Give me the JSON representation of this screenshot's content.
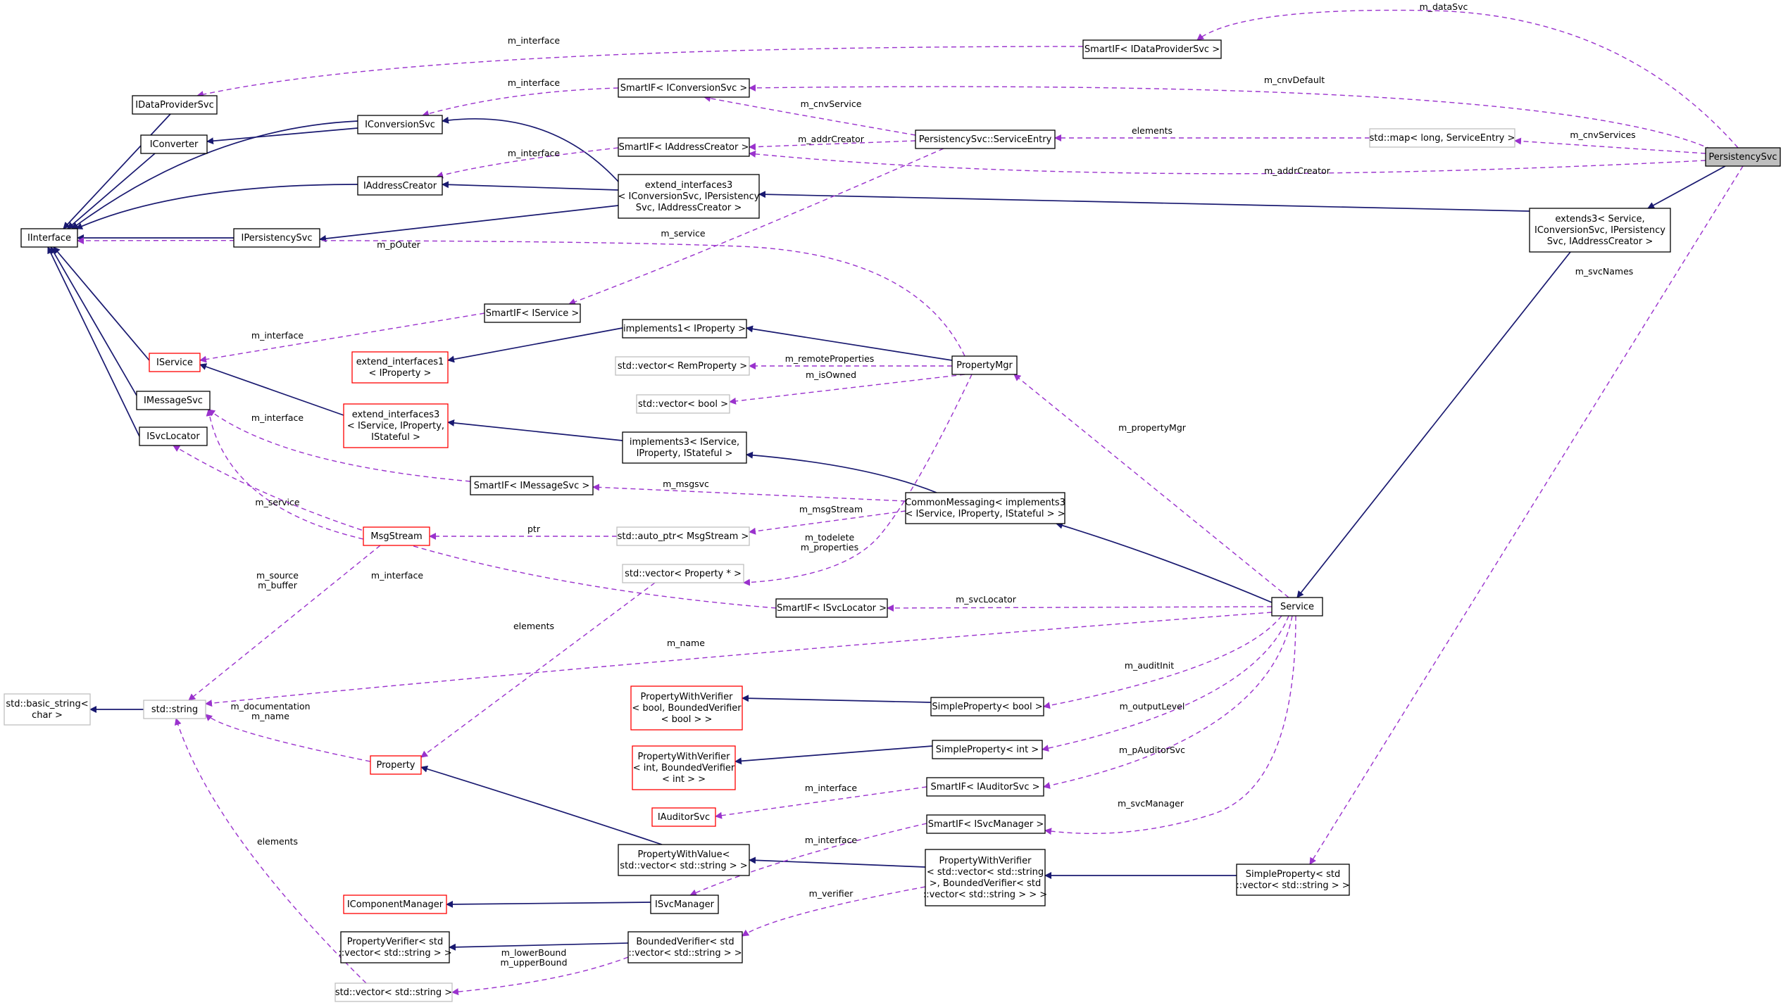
{
  "diagram": {
    "nodes": [
      {
        "id": "IDataProviderSvc",
        "lines": [
          "IDataProviderSvc"
        ],
        "style": "normal"
      },
      {
        "id": "IConverter",
        "lines": [
          "IConverter"
        ],
        "style": "normal"
      },
      {
        "id": "IConversionSvc",
        "lines": [
          "IConversionSvc"
        ],
        "style": "normal"
      },
      {
        "id": "IAddressCreator",
        "lines": [
          "IAddressCreator"
        ],
        "style": "normal"
      },
      {
        "id": "IPersistencySvc",
        "lines": [
          "IPersistencySvc"
        ],
        "style": "normal"
      },
      {
        "id": "IInterface",
        "lines": [
          "IInterface"
        ],
        "style": "normal"
      },
      {
        "id": "IService",
        "lines": [
          "IService"
        ],
        "style": "red"
      },
      {
        "id": "IMessageSvc",
        "lines": [
          "IMessageSvc"
        ],
        "style": "normal"
      },
      {
        "id": "ISvcLocator",
        "lines": [
          "ISvcLocator"
        ],
        "style": "normal"
      },
      {
        "id": "SmartIF_IDataProviderSvc",
        "lines": [
          "SmartIF< IDataProviderSvc >"
        ],
        "style": "normal"
      },
      {
        "id": "SmartIF_IConversionSvc",
        "lines": [
          "SmartIF< IConversionSvc >"
        ],
        "style": "normal"
      },
      {
        "id": "SmartIF_IAddressCreator",
        "lines": [
          "SmartIF< IAddressCreator >"
        ],
        "style": "normal"
      },
      {
        "id": "extend_interfaces3_conv",
        "lines": [
          "extend_interfaces3",
          "< IConversionSvc, IPersistency",
          "Svc, IAddressCreator >"
        ],
        "style": "normal"
      },
      {
        "id": "ServiceEntry",
        "lines": [
          "PersistencySvc::ServiceEntry"
        ],
        "style": "normal"
      },
      {
        "id": "map_ServiceEntry",
        "lines": [
          "std::map< long, ServiceEntry >"
        ],
        "style": "gray"
      },
      {
        "id": "PersistencySvc",
        "lines": [
          "PersistencySvc"
        ],
        "style": "root"
      },
      {
        "id": "extends3",
        "lines": [
          "extends3< Service,",
          "IConversionSvc, IPersistency",
          "Svc, IAddressCreator >"
        ],
        "style": "normal"
      },
      {
        "id": "SmartIF_IService",
        "lines": [
          "SmartIF< IService >"
        ],
        "style": "normal"
      },
      {
        "id": "implements1",
        "lines": [
          "implements1< IProperty >"
        ],
        "style": "normal"
      },
      {
        "id": "extend_interfaces1",
        "lines": [
          "extend_interfaces1",
          "< IProperty >"
        ],
        "style": "red"
      },
      {
        "id": "vector_RemProperty",
        "lines": [
          "std::vector< RemProperty >"
        ],
        "style": "gray"
      },
      {
        "id": "vector_bool",
        "lines": [
          "std::vector< bool >"
        ],
        "style": "gray"
      },
      {
        "id": "PropertyMgr",
        "lines": [
          "PropertyMgr"
        ],
        "style": "normal"
      },
      {
        "id": "extend_interfaces3_svc",
        "lines": [
          "extend_interfaces3",
          "< IService, IProperty,",
          "IStateful >"
        ],
        "style": "red"
      },
      {
        "id": "implements3",
        "lines": [
          "implements3< IService,",
          "IProperty, IStateful >"
        ],
        "style": "normal"
      },
      {
        "id": "SmartIF_IMessageSvc",
        "lines": [
          "SmartIF< IMessageSvc >"
        ],
        "style": "normal"
      },
      {
        "id": "CommonMessaging",
        "lines": [
          "CommonMessaging< implements3",
          "< IService, IProperty, IStateful > >"
        ],
        "style": "normal"
      },
      {
        "id": "MsgStream",
        "lines": [
          "MsgStream"
        ],
        "style": "red"
      },
      {
        "id": "auto_ptr_MsgStream",
        "lines": [
          "std::auto_ptr< MsgStream >"
        ],
        "style": "gray"
      },
      {
        "id": "vector_Property_ptr",
        "lines": [
          "std::vector< Property * >"
        ],
        "style": "gray"
      },
      {
        "id": "SmartIF_ISvcLocator",
        "lines": [
          "SmartIF< ISvcLocator >"
        ],
        "style": "normal"
      },
      {
        "id": "Service",
        "lines": [
          "Service"
        ],
        "style": "normal"
      },
      {
        "id": "basic_string",
        "lines": [
          "std::basic_string<",
          "char >"
        ],
        "style": "gray"
      },
      {
        "id": "std_string",
        "lines": [
          "std::string"
        ],
        "style": "gray"
      },
      {
        "id": "PWV_bool",
        "lines": [
          "PropertyWithVerifier",
          "< bool, BoundedVerifier",
          "< bool > >"
        ],
        "style": "red"
      },
      {
        "id": "SimpleProperty_bool",
        "lines": [
          "SimpleProperty< bool >"
        ],
        "style": "normal"
      },
      {
        "id": "PWV_int",
        "lines": [
          "PropertyWithVerifier",
          "< int, BoundedVerifier",
          "< int > >"
        ],
        "style": "red"
      },
      {
        "id": "SimpleProperty_int",
        "lines": [
          "SimpleProperty< int >"
        ],
        "style": "normal"
      },
      {
        "id": "Property",
        "lines": [
          "Property"
        ],
        "style": "red"
      },
      {
        "id": "SmartIF_IAuditorSvc",
        "lines": [
          "SmartIF< IAuditorSvc >"
        ],
        "style": "normal"
      },
      {
        "id": "IAuditorSvc",
        "lines": [
          "IAuditorSvc"
        ],
        "style": "red"
      },
      {
        "id": "SmartIF_ISvcManager",
        "lines": [
          "SmartIF< ISvcManager >"
        ],
        "style": "normal"
      },
      {
        "id": "PropertyWithValue",
        "lines": [
          "PropertyWithValue<",
          "std::vector< std::string > >"
        ],
        "style": "normal"
      },
      {
        "id": "PWV_vecstr",
        "lines": [
          "PropertyWithVerifier",
          "< std::vector< std::string",
          ">, BoundedVerifier< std",
          "::vector< std::string > > >"
        ],
        "style": "normal"
      },
      {
        "id": "SimpleProperty_vecstr",
        "lines": [
          "SimpleProperty< std",
          "::vector< std::string > >"
        ],
        "style": "normal"
      },
      {
        "id": "IComponentManager",
        "lines": [
          "IComponentManager"
        ],
        "style": "red"
      },
      {
        "id": "ISvcManager",
        "lines": [
          "ISvcManager"
        ],
        "style": "normal"
      },
      {
        "id": "PropertyVerifier",
        "lines": [
          "PropertyVerifier< std",
          "::vector< std::string > >"
        ],
        "style": "normal"
      },
      {
        "id": "BoundedVerifier",
        "lines": [
          "BoundedVerifier< std",
          "::vector< std::string > >"
        ],
        "style": "normal"
      },
      {
        "id": "vector_string",
        "lines": [
          "std::vector< std::string >"
        ],
        "style": "gray"
      }
    ],
    "inheritance": [
      {
        "from": "IDataProviderSvc",
        "to": "IInterface"
      },
      {
        "from": "IConverter",
        "to": "IInterface"
      },
      {
        "from": "IConversionSvc",
        "to": "IConverter"
      },
      {
        "from": "IConversionSvc",
        "to": "IInterface"
      },
      {
        "from": "IAddressCreator",
        "to": "IInterface"
      },
      {
        "from": "IPersistencySvc",
        "to": "IInterface"
      },
      {
        "from": "IService",
        "to": "IInterface"
      },
      {
        "from": "IMessageSvc",
        "to": "IInterface"
      },
      {
        "from": "ISvcLocator",
        "to": "IInterface"
      },
      {
        "from": "extend_interfaces3_conv",
        "to": "IConversionSvc"
      },
      {
        "from": "extend_interfaces3_conv",
        "to": "IAddressCreator"
      },
      {
        "from": "extend_interfaces3_conv",
        "to": "IPersistencySvc"
      },
      {
        "from": "extends3",
        "to": "extend_interfaces3_conv"
      },
      {
        "from": "PersistencySvc",
        "to": "extends3"
      },
      {
        "from": "extends3",
        "to": "Service"
      },
      {
        "from": "implements1",
        "to": "extend_interfaces1"
      },
      {
        "from": "PropertyMgr",
        "to": "implements1"
      },
      {
        "from": "extend_interfaces3_svc",
        "to": "IService"
      },
      {
        "from": "implements3",
        "to": "extend_interfaces3_svc"
      },
      {
        "from": "CommonMessaging",
        "to": "implements3"
      },
      {
        "from": "Service",
        "to": "CommonMessaging"
      },
      {
        "from": "std_string",
        "to": "basic_string"
      },
      {
        "from": "SimpleProperty_bool",
        "to": "PWV_bool"
      },
      {
        "from": "SimpleProperty_int",
        "to": "PWV_int"
      },
      {
        "from": "PropertyWithValue",
        "to": "Property"
      },
      {
        "from": "PWV_vecstr",
        "to": "PropertyWithValue"
      },
      {
        "from": "SimpleProperty_vecstr",
        "to": "PWV_vecstr"
      },
      {
        "from": "ISvcManager",
        "to": "IComponentManager"
      },
      {
        "from": "BoundedVerifier",
        "to": "PropertyVerifier"
      }
    ],
    "usage": [
      {
        "from": "PersistencySvc",
        "to": "SmartIF_IDataProviderSvc",
        "label": "m_dataSvc"
      },
      {
        "from": "SmartIF_IDataProviderSvc",
        "to": "IDataProviderSvc",
        "label": "m_interface"
      },
      {
        "from": "PersistencySvc",
        "to": "SmartIF_IConversionSvc",
        "label": "m_cnvDefault"
      },
      {
        "from": "SmartIF_IConversionSvc",
        "to": "IConversionSvc",
        "label": "m_interface"
      },
      {
        "from": "ServiceEntry",
        "to": "SmartIF_IConversionSvc",
        "label": "m_cnvService"
      },
      {
        "from": "ServiceEntry",
        "to": "SmartIF_IAddressCreator",
        "label": "m_addrCreator"
      },
      {
        "from": "SmartIF_IAddressCreator",
        "to": "IAddressCreator",
        "label": "m_interface"
      },
      {
        "from": "map_ServiceEntry",
        "to": "ServiceEntry",
        "label": "elements"
      },
      {
        "from": "PersistencySvc",
        "to": "map_ServiceEntry",
        "label": "m_cnvServices"
      },
      {
        "from": "PersistencySvc",
        "to": "SmartIF_IAddressCreator",
        "label": "m_addrCreator"
      },
      {
        "from": "PersistencySvc",
        "to": "SimpleProperty_vecstr",
        "label": "m_svcNames"
      },
      {
        "from": "ServiceEntry",
        "to": "SmartIF_IService",
        "label": "m_service"
      },
      {
        "from": "SmartIF_IService",
        "to": "IService",
        "label": "m_interface"
      },
      {
        "from": "PropertyMgr",
        "to": "IInterface",
        "label": "m_pOuter"
      },
      {
        "from": "PropertyMgr",
        "to": "vector_RemProperty",
        "label": "m_remoteProperties"
      },
      {
        "from": "PropertyMgr",
        "to": "vector_bool",
        "label": "m_isOwned"
      },
      {
        "from": "PropertyMgr",
        "to": "vector_Property_ptr",
        "label": "m_todelete\nm_properties"
      },
      {
        "from": "Service",
        "to": "PropertyMgr",
        "label": "m_propertyMgr"
      },
      {
        "from": "SmartIF_IMessageSvc",
        "to": "IMessageSvc",
        "label": "m_interface"
      },
      {
        "from": "CommonMessaging",
        "to": "SmartIF_IMessageSvc",
        "label": "m_msgsvc"
      },
      {
        "from": "CommonMessaging",
        "to": "auto_ptr_MsgStream",
        "label": "m_msgStream"
      },
      {
        "from": "auto_ptr_MsgStream",
        "to": "MsgStream",
        "label": "ptr"
      },
      {
        "from": "MsgStream",
        "to": "IMessageSvc",
        "label": "m_service"
      },
      {
        "from": "MsgStream",
        "to": "std_string",
        "label": "m_source\nm_buffer"
      },
      {
        "from": "SmartIF_ISvcLocator",
        "to": "ISvcLocator",
        "label": "m_interface"
      },
      {
        "from": "Service",
        "to": "SmartIF_ISvcLocator",
        "label": "m_svcLocator"
      },
      {
        "from": "vector_Property_ptr",
        "to": "Property",
        "label": "elements"
      },
      {
        "from": "Service",
        "to": "std_string",
        "label": "m_name"
      },
      {
        "from": "Property",
        "to": "std_string",
        "label": "m_documentation\nm_name"
      },
      {
        "from": "vector_string",
        "to": "std_string",
        "label": "elements"
      },
      {
        "from": "Service",
        "to": "SimpleProperty_bool",
        "label": "m_auditInit"
      },
      {
        "from": "Service",
        "to": "SimpleProperty_int",
        "label": "m_outputLevel"
      },
      {
        "from": "Service",
        "to": "SmartIF_IAuditorSvc",
        "label": "m_pAuditorSvc"
      },
      {
        "from": "SmartIF_IAuditorSvc",
        "to": "IAuditorSvc",
        "label": "m_interface"
      },
      {
        "from": "Service",
        "to": "SmartIF_ISvcManager",
        "label": "m_svcManager"
      },
      {
        "from": "SmartIF_ISvcManager",
        "to": "ISvcManager",
        "label": "m_interface"
      },
      {
        "from": "PWV_vecstr",
        "to": "BoundedVerifier",
        "label": "m_verifier"
      },
      {
        "from": "BoundedVerifier",
        "to": "vector_string",
        "label": "m_lowerBound\nm_upperBound"
      }
    ]
  }
}
